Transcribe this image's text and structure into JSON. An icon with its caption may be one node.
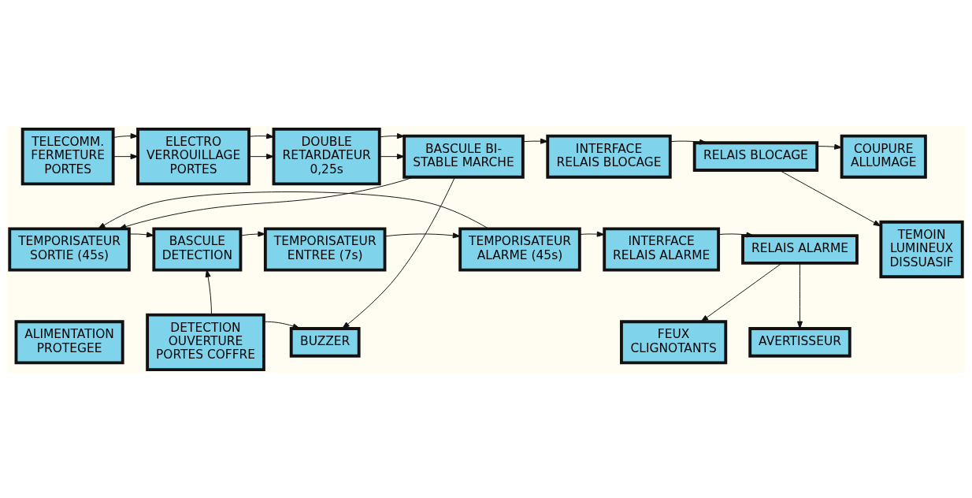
{
  "diagram": {
    "nodes": [
      {
        "text": [
          "TELECOMM. FERMETURE PORTES"
        ]
      },
      {
        "text": [
          "ELECTRO VERROUILLAGE PORTES"
        ]
      },
      {
        "text": [
          "DOUBLE RETARDATEUR 0,25s"
        ]
      },
      {
        "text": [
          "BASCULE BI-STABLE MARCHE"
        ]
      },
      {
        "text": [
          "INTERFACE RELAIS BLOCAGE"
        ]
      },
      {
        "text": [
          "RELAIS BLOCAGE"
        ]
      },
      {
        "text": [
          "COUPURE ALLUMAGE"
        ]
      },
      {
        "text": [
          "TEMOIN LUMINEUX DISSUASIF"
        ]
      },
      {
        "text": [
          "TEMPORISATEUR SORTIE (45s)"
        ]
      },
      {
        "text": [
          "BASCULE DETECTION"
        ]
      },
      {
        "text": [
          "TEMPORISATEUR ENTREE (7s)"
        ]
      },
      {
        "text": [
          "TEMPORISATEUR ALARME (45s)"
        ]
      },
      {
        "text": [
          "INTERFACE RELAIS ALARME"
        ]
      },
      {
        "text": [
          "RELAIS ALARME"
        ]
      },
      {
        "text": [
          "ALIMENTATION PROTEGEE"
        ]
      },
      {
        "text": [
          "DETECTION OUVERTURE PORTES COFFRE"
        ]
      },
      {
        "text": [
          "BUZZER"
        ]
      },
      {
        "text": [
          "FEUX CLIGNOTANTS"
        ]
      },
      {
        "text": [
          "AVERTISSEUR"
        ]
      }
    ],
    "edges": [
      {
        "from": 0,
        "to": 1,
        "arrow": "to"
      },
      {
        "from": 0,
        "to": 1,
        "arrow": "to"
      },
      {
        "from": 1,
        "to": 2,
        "arrow": "to"
      },
      {
        "from": 1,
        "to": 2,
        "arrow": "to"
      },
      {
        "from": 2,
        "to": 3,
        "arrow": "to"
      },
      {
        "from": 2,
        "to": 3,
        "arrow": "to"
      },
      {
        "from": 3,
        "to": 4,
        "arrow": "to"
      },
      {
        "from": 4,
        "to": 5,
        "arrow": "to"
      },
      {
        "from": 5,
        "to": 6,
        "arrow": "to"
      },
      {
        "from": 5,
        "to": 7,
        "arrow": "to"
      },
      {
        "from": 3,
        "to": 8,
        "arrow": "to"
      },
      {
        "from": 3,
        "to": 16,
        "arrow": "to"
      },
      {
        "from": 8,
        "to": 9,
        "arrow": "to"
      },
      {
        "from": 9,
        "to": 10,
        "arrow": "to"
      },
      {
        "from": 10,
        "to": 11,
        "arrow": "to"
      },
      {
        "from": 11,
        "to": 12,
        "arrow": "to"
      },
      {
        "from": 11,
        "to": 8,
        "arrow": "to"
      },
      {
        "from": 12,
        "to": 13,
        "arrow": "to"
      },
      {
        "from": 13,
        "to": 17,
        "arrow": "to"
      },
      {
        "from": 13,
        "to": 18,
        "arrow": "to"
      },
      {
        "from": 15,
        "to": 9,
        "arrow": "to"
      },
      {
        "from": 15,
        "to": 16,
        "arrow": "to"
      }
    ]
  }
}
